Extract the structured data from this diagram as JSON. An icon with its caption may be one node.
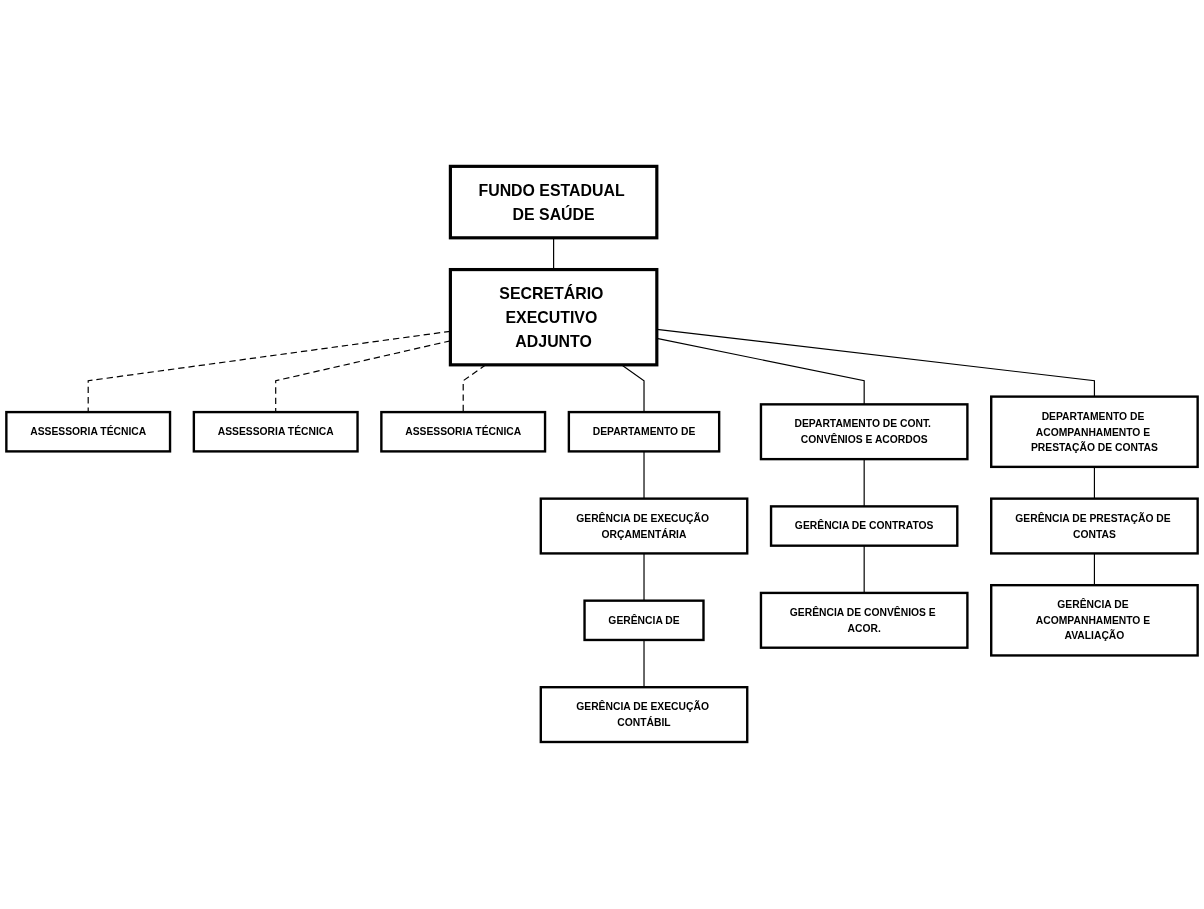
{
  "diagram": {
    "nodes": [
      {
        "text": [
          "FUNDO ESTADUAL DE SAÚDE"
        ]
      },
      {
        "text": [
          "SECRETÁRIO EXECUTIVO ADJUNTO"
        ]
      },
      {
        "text": [
          "ASSESSORIA TÉCNICA"
        ]
      },
      {
        "text": [
          "ASSESSORIA TÉCNICA"
        ]
      },
      {
        "text": [
          "ASSESSORIA TÉCNICA"
        ]
      },
      {
        "text": [
          "DEPARTAMENTO DE"
        ]
      },
      {
        "text": [
          "DEPARTAMENTO DE CONT. CONVÊNIOS E ACORDOS"
        ]
      },
      {
        "text": [
          "DEPARTAMENTO DE ACOMPANHAMENTO E PRESTAÇÃO DE CONTAS"
        ]
      },
      {
        "text": [
          "GERÊNCIA DE EXECUÇÃO ORÇAMENTÁRIA"
        ]
      },
      {
        "text": [
          "GERÊNCIA DE"
        ]
      },
      {
        "text": [
          "GERÊNCIA DE EXECUÇÃO CONTÁBIL"
        ]
      },
      {
        "text": [
          "GERÊNCIA DE CONTRATOS"
        ]
      },
      {
        "text": [
          "GERÊNCIA DE CONVÊNIOS E ACOR."
        ]
      },
      {
        "text": [
          "GERÊNCIA DE PRESTAÇÃO DE CONTAS"
        ]
      },
      {
        "text": [
          "GERÊNCIA DE ACOMPANHAMENTO E AVALIAÇÃO"
        ]
      }
    ],
    "edges": [
      {
        "from": 0,
        "to": 1,
        "arrow": "none"
      },
      {
        "from": 1,
        "to": 2,
        "arrow": "none",
        "style": "dashed"
      },
      {
        "from": 1,
        "to": 3,
        "arrow": "none",
        "style": "dashed"
      },
      {
        "from": 1,
        "to": 4,
        "arrow": "none",
        "style": "dashed"
      },
      {
        "from": 1,
        "to": 5,
        "arrow": "none"
      },
      {
        "from": 1,
        "to": 6,
        "arrow": "none"
      },
      {
        "from": 1,
        "to": 7,
        "arrow": "none"
      },
      {
        "from": 5,
        "to": 8,
        "arrow": "none"
      },
      {
        "from": 8,
        "to": 9,
        "arrow": "none"
      },
      {
        "from": 9,
        "to": 10,
        "arrow": "none"
      },
      {
        "from": 6,
        "to": 11,
        "arrow": "none"
      },
      {
        "from": 11,
        "to": 12,
        "arrow": "none"
      },
      {
        "from": 7,
        "to": 13,
        "arrow": "none"
      },
      {
        "from": 13,
        "to": 14,
        "arrow": "none"
      }
    ]
  }
}
